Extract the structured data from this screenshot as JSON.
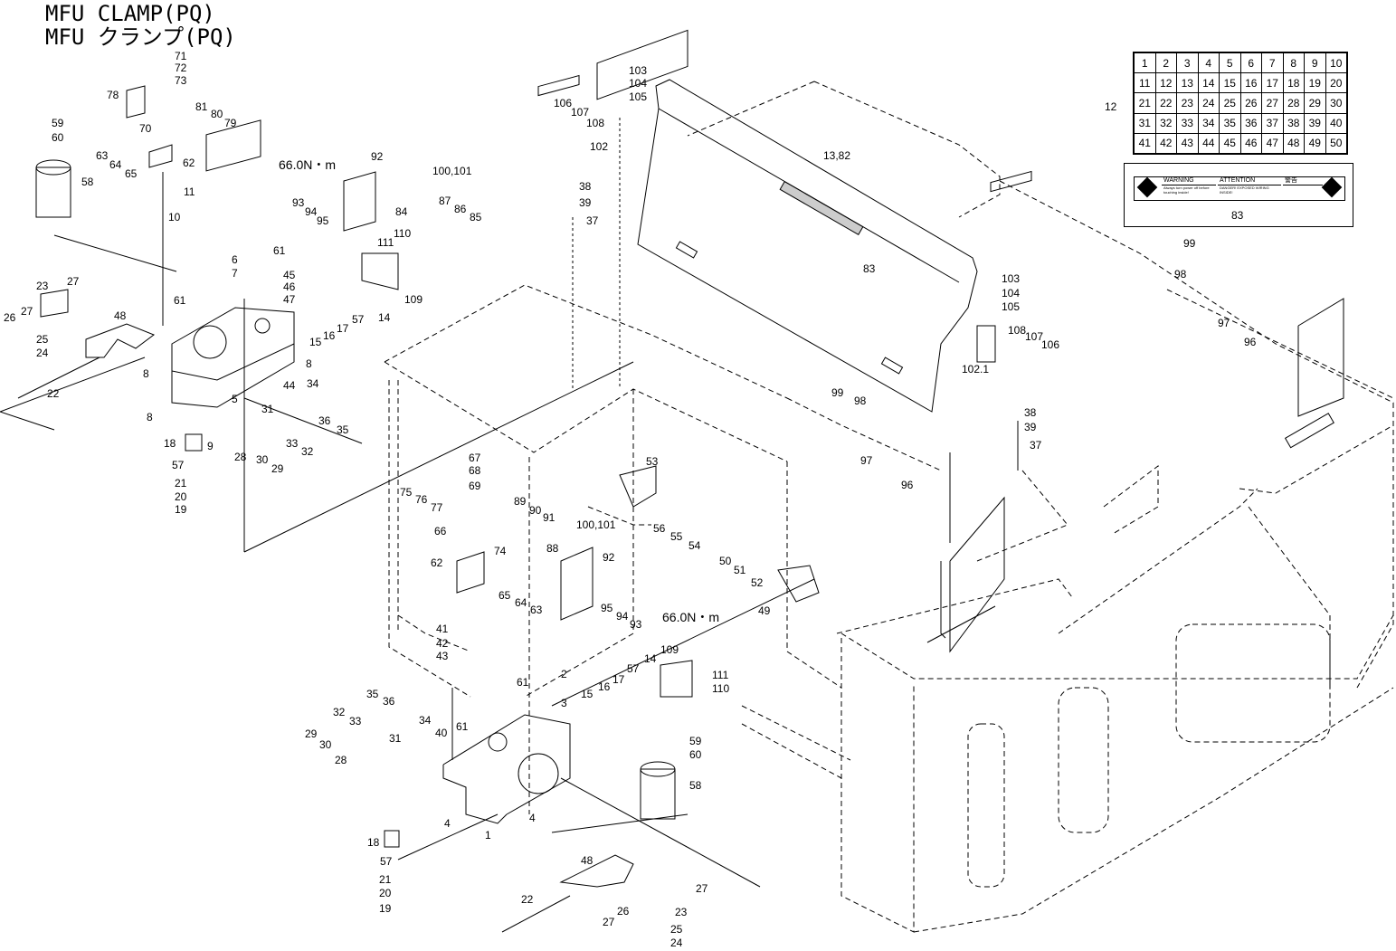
{
  "title": {
    "line1": "MFU CLAMP(PQ)",
    "line2": "MFU クランプ(PQ)"
  },
  "torques": [
    "66.0N・m",
    "66.0N・m"
  ],
  "label_sheet": {
    "ref": "12",
    "rows": [
      [
        "1",
        "2",
        "3",
        "4",
        "5",
        "6",
        "7",
        "8",
        "9",
        "10"
      ],
      [
        "11",
        "12",
        "13",
        "14",
        "15",
        "16",
        "17",
        "18",
        "19",
        "20"
      ],
      [
        "21",
        "22",
        "23",
        "24",
        "25",
        "26",
        "27",
        "28",
        "29",
        "30"
      ],
      [
        "31",
        "32",
        "33",
        "34",
        "35",
        "36",
        "37",
        "38",
        "39",
        "40"
      ],
      [
        "41",
        "42",
        "43",
        "44",
        "45",
        "46",
        "47",
        "48",
        "49",
        "50"
      ]
    ]
  },
  "warning_label": {
    "ref": "83",
    "warning_head": "WARNING",
    "warning_text": "Always turn power off before touching inside!",
    "attention_head": "ATTENTION",
    "attention_text": "DANGER! EXPOSED WIRING INSIDE!",
    "jp_head": "警告"
  },
  "part_labels": [
    "71",
    "72",
    "73",
    "78",
    "70",
    "81",
    "80",
    "79",
    "59",
    "60",
    "58",
    "63",
    "64",
    "65",
    "62",
    "11",
    "10",
    "92",
    "93",
    "94",
    "95",
    "84",
    "100,101",
    "87",
    "86",
    "85",
    "6",
    "7",
    "61",
    "45",
    "46",
    "47",
    "111",
    "110",
    "109",
    "14",
    "15",
    "16",
    "17",
    "57",
    "23",
    "27",
    "26",
    "27",
    "48",
    "25",
    "24",
    "61",
    "8",
    "8",
    "8",
    "22",
    "5",
    "44",
    "34",
    "31",
    "36",
    "35",
    "33",
    "32",
    "18",
    "9",
    "28",
    "30",
    "29",
    "57",
    "21",
    "20",
    "19",
    "103",
    "104",
    "105",
    "106",
    "107",
    "108",
    "102",
    "13,82",
    "38",
    "39",
    "37",
    "83",
    "67",
    "68",
    "69",
    "75",
    "76",
    "77",
    "66",
    "74",
    "62",
    "53",
    "89",
    "90",
    "91",
    "100,101",
    "88",
    "92",
    "56",
    "55",
    "54",
    "65",
    "64",
    "63",
    "95",
    "94",
    "93",
    "50",
    "51",
    "52",
    "49",
    "41",
    "42",
    "43",
    "61",
    "2",
    "3",
    "15",
    "16",
    "17",
    "57",
    "14",
    "109",
    "111",
    "110",
    "35",
    "36",
    "32",
    "33",
    "34",
    "29",
    "30",
    "31",
    "28",
    "40",
    "61",
    "4",
    "4",
    "1",
    "18",
    "57",
    "21",
    "20",
    "19",
    "59",
    "60",
    "58",
    "48",
    "22",
    "27",
    "26",
    "27",
    "23",
    "25",
    "24",
    "103",
    "104",
    "105",
    "108",
    "107",
    "106",
    "102.1",
    "99",
    "98",
    "97",
    "96",
    "38",
    "39",
    "37",
    "99",
    "98",
    "97",
    "96"
  ]
}
